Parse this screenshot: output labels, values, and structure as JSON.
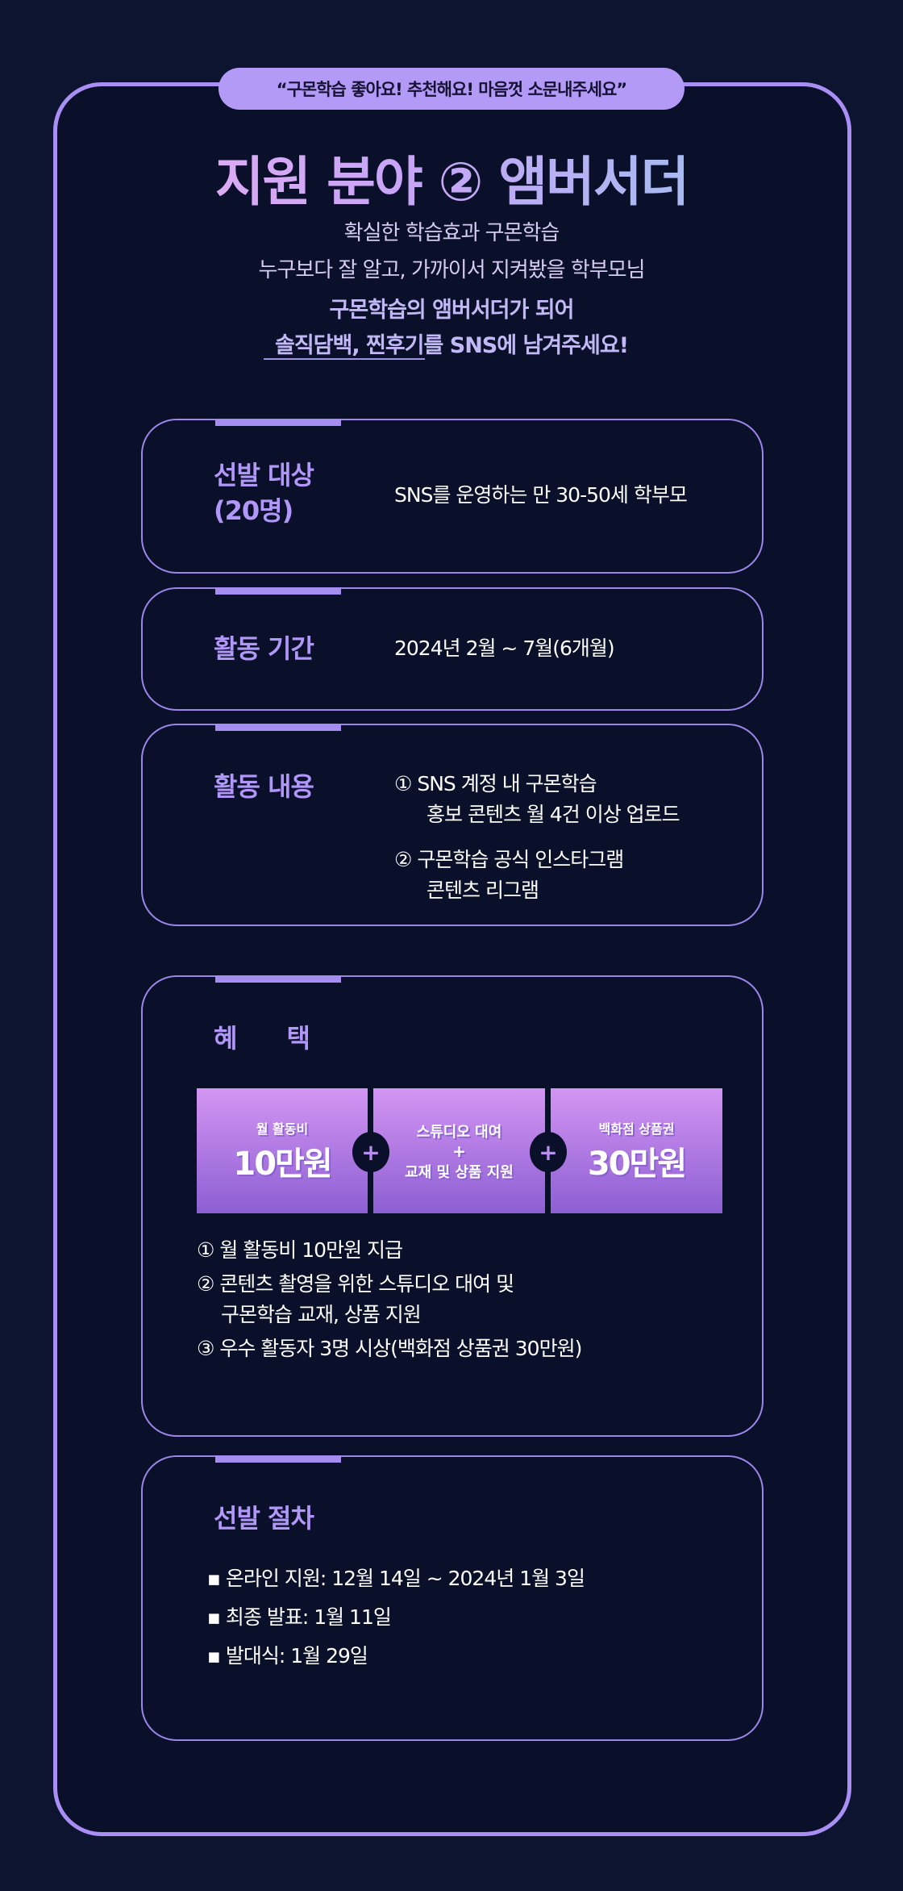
{
  "banner": "“구몬학습 좋아요! 추천해요! 마음껏 소문내주세요”",
  "title": "지원 분야 ② 앰버서더",
  "subtitle": [
    "확실한 학습효과 구몬학습",
    "누구보다 잘 알고, 가까이서 지켜봤을 학부모님"
  ],
  "highlight": [
    "구몬학습의 앰버서더가 되어",
    "솔직담백, 찐후기를 SNS에 남겨주세요!"
  ],
  "target": {
    "label1": "선발 대상",
    "label2": "(20명)",
    "value": "SNS를 운영하는 만 30-50세 학부모"
  },
  "period": {
    "label": "활동 기간",
    "value": "2024년 2월 ~ 7월(6개월)"
  },
  "activity": {
    "label": "활동 내용",
    "items": [
      "① SNS 계정 내 구몬학습",
      "홍보 콘텐츠 월 4건 이상 업로드",
      "② 구몬학습 공식 인스타그램",
      "콘텐츠 리그램"
    ]
  },
  "benefit": {
    "label": "혜　　택",
    "boxes": [
      {
        "top": "월 활동비",
        "main": "10만원"
      },
      {
        "top": "스튜디오 대여",
        "plus": "+",
        "bottom": "교재 및 상품 지원"
      },
      {
        "top": "백화점 상품권",
        "main": "30만원"
      }
    ],
    "plus": "+",
    "items": [
      "① 월 활동비 10만원 지급",
      "② 콘텐츠 촬영을 위한 스튜디오 대여 및",
      "구몬학습 교재, 상품 지원",
      "③ 우수 활동자 3명 시상(백화점 상품권 30만원)"
    ]
  },
  "process": {
    "label": "선발 절차",
    "items": [
      "▪ 온라인 지원: 12월 14일 ~ 2024년 1월 3일",
      "▪ 최종 발표: 1월 11일",
      "▪ 발대식: 1월 29일"
    ]
  }
}
